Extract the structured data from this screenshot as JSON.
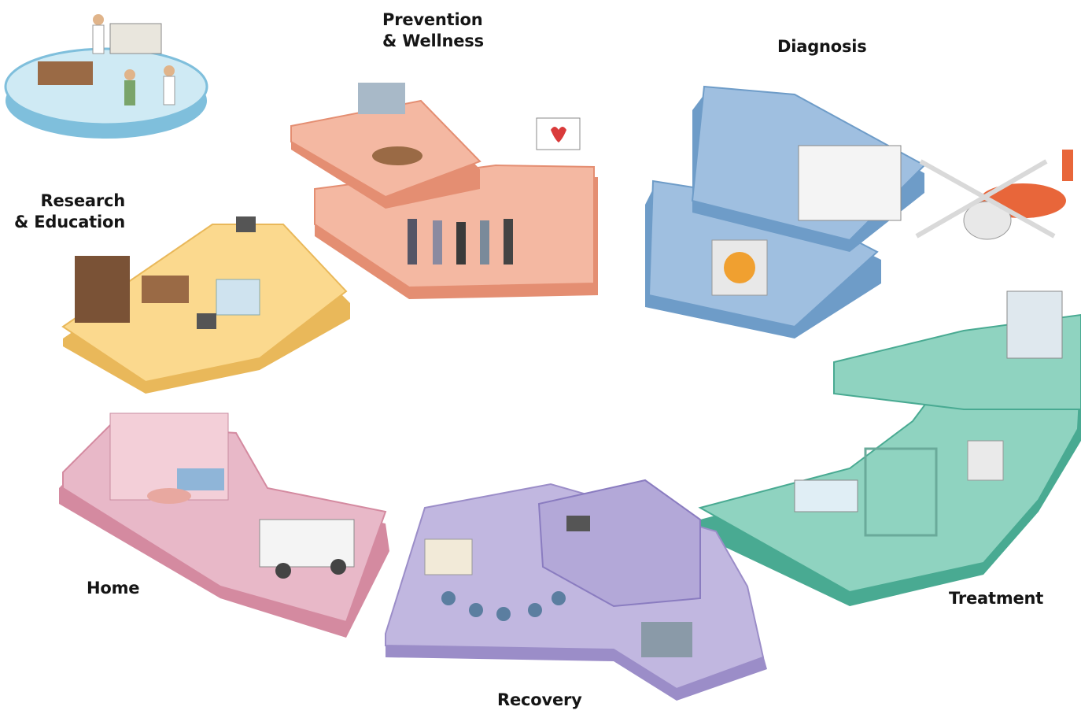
{
  "labels": {
    "prevention_line1": "Prevention",
    "prevention_line2": "& Wellness",
    "diagnosis": "Diagnosis",
    "research_line1": "Research",
    "research_line2": "& Education",
    "home": "Home",
    "treatment": "Treatment",
    "recovery": "Recovery"
  },
  "colors": {
    "research_top_left": "#cfeaf4",
    "prevention": "#f4b8a2",
    "diagnosis": "#9fbfe0",
    "education": "#fbd98e",
    "treatment": "#8fd3c0",
    "home": "#e8b8c8",
    "recovery": "#c1b7e0"
  }
}
